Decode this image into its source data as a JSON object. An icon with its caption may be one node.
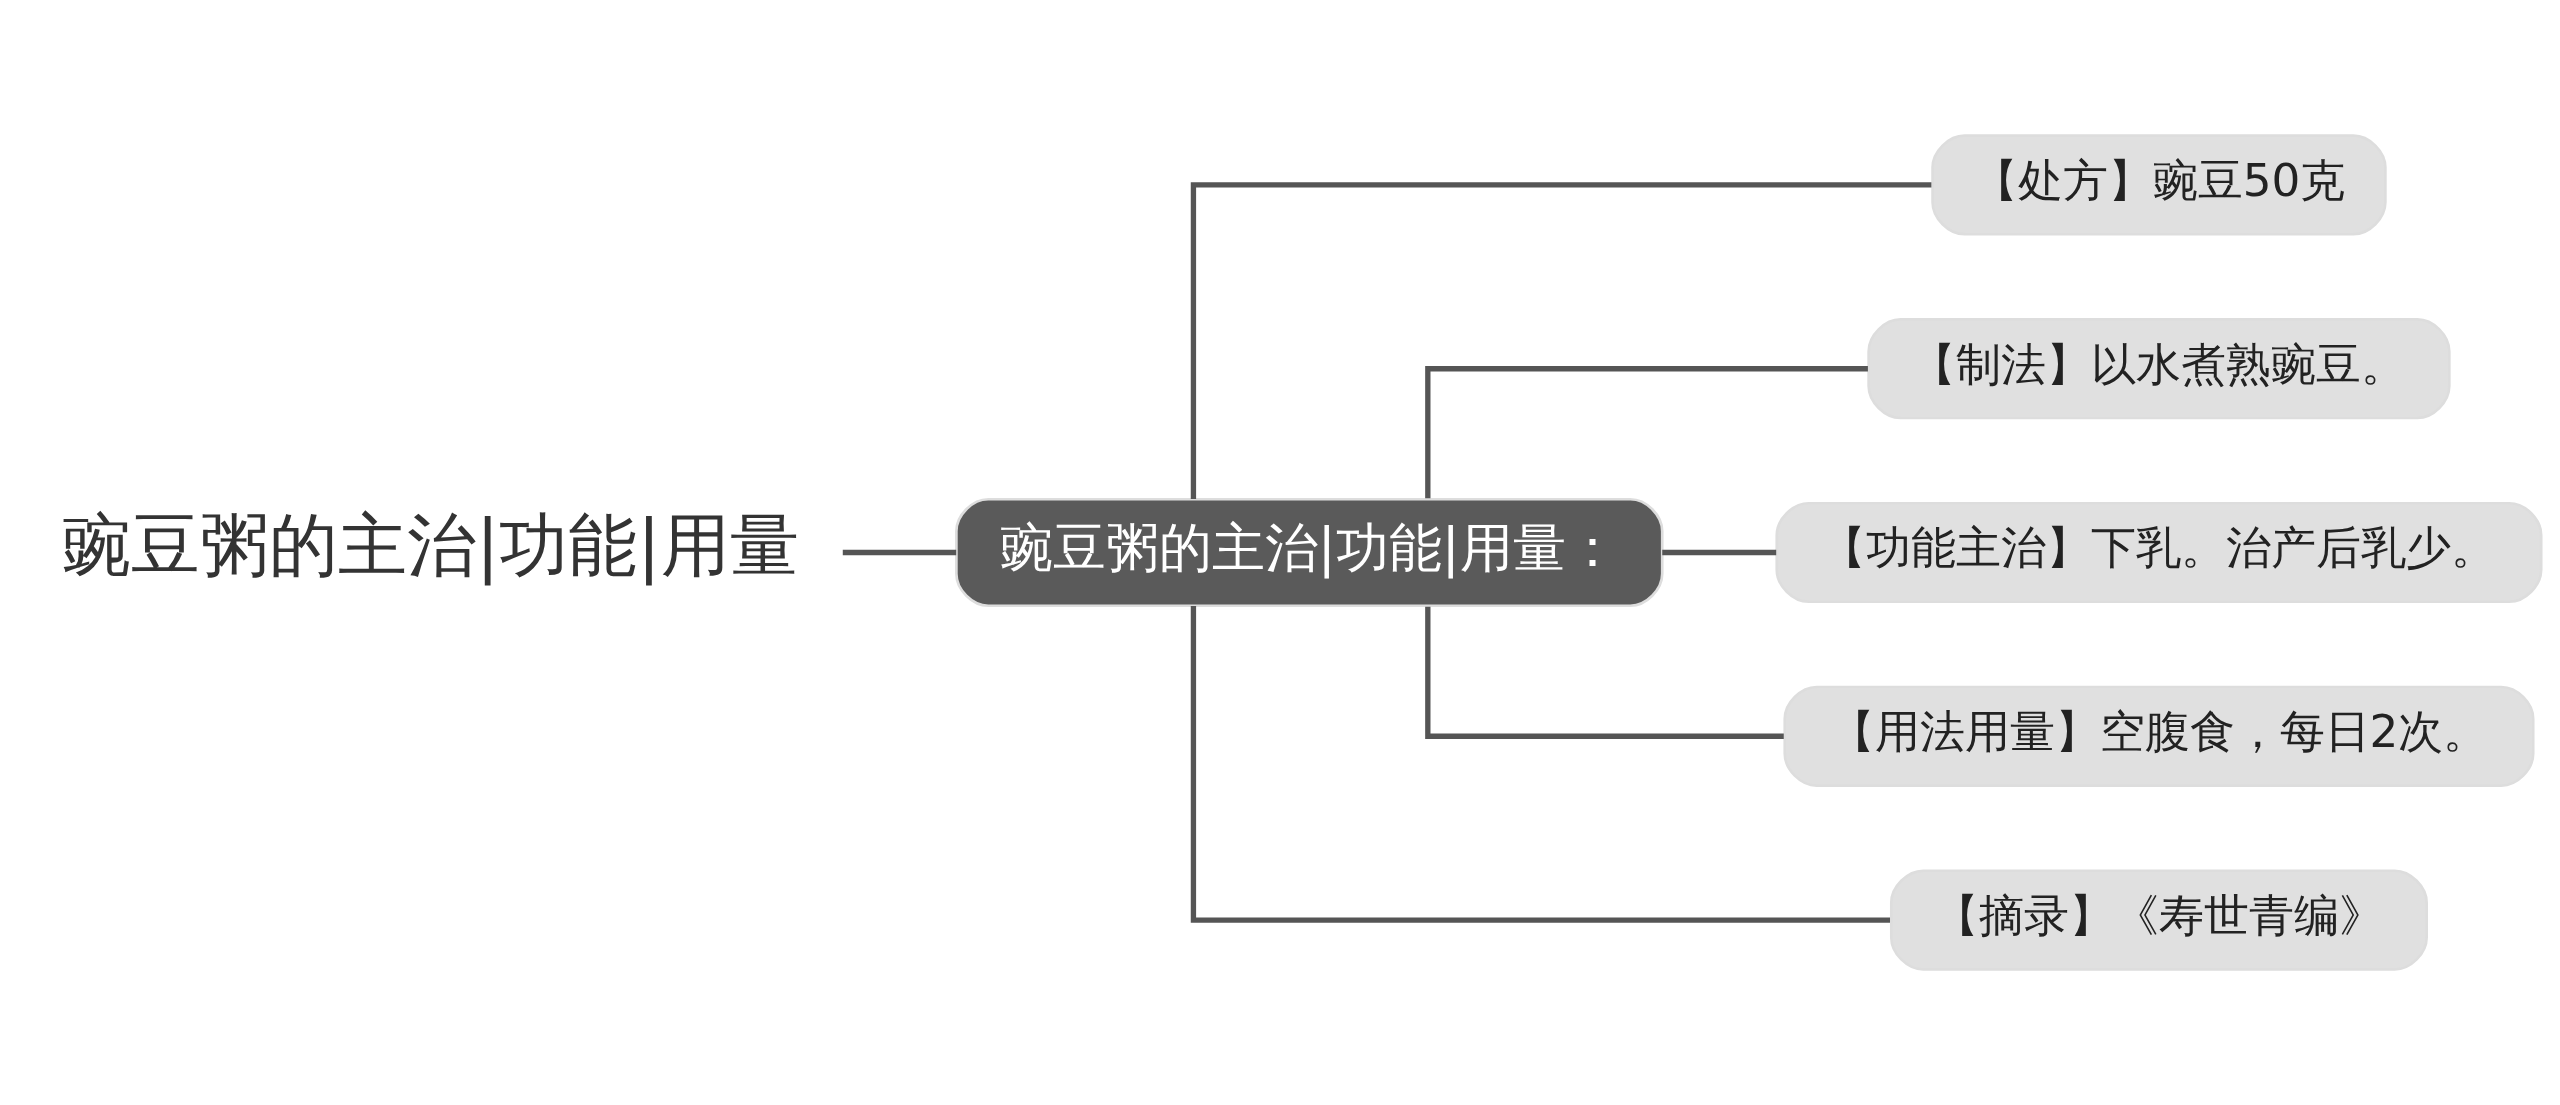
{
  "diagram": {
    "nodes": [
      {
        "text": [
          "豌豆粥的主治|功能|用量"
        ]
      },
      {
        "text": [
          "豌豆粥的主治|功能|用量："
        ]
      },
      {
        "text": [
          "【处方】豌豆50克"
        ]
      },
      {
        "text": [
          "【制法】以水煮熟豌豆。"
        ]
      },
      {
        "text": [
          "【功能主治】下乳。治产后乳少。"
        ]
      },
      {
        "text": [
          "【用法用量】空腹食，每日2次。"
        ]
      },
      {
        "text": [
          "【摘录】《寿世青编》"
        ]
      }
    ],
    "edges": [
      {
        "from": 0,
        "to": 1,
        "arrow": "none"
      },
      {
        "from": 1,
        "to": 2,
        "arrow": "none"
      },
      {
        "from": 1,
        "to": 3,
        "arrow": "none"
      },
      {
        "from": 1,
        "to": 4,
        "arrow": "none"
      },
      {
        "from": 1,
        "to": 5,
        "arrow": "none"
      },
      {
        "from": 1,
        "to": 6,
        "arrow": "none"
      }
    ]
  }
}
